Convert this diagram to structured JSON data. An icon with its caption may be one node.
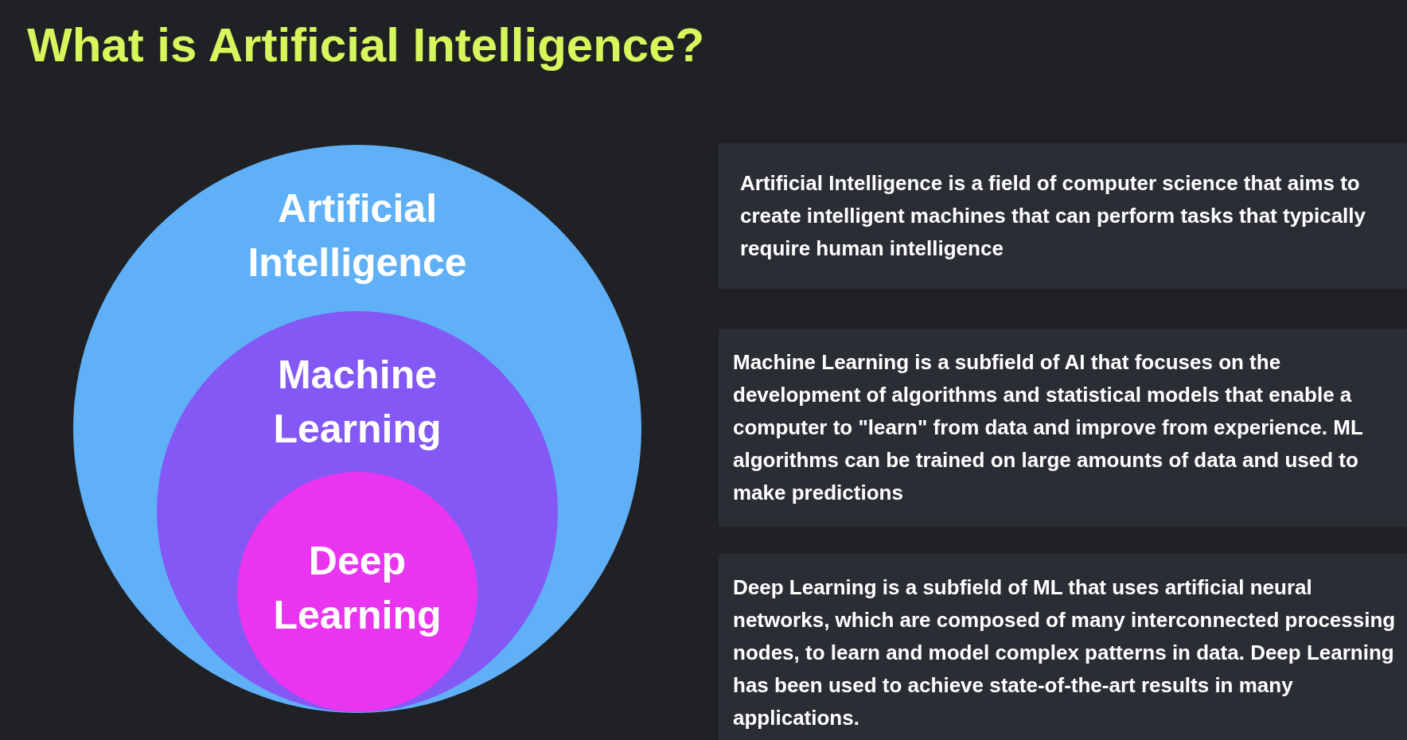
{
  "diagram": {
    "title": "What is Artificial Intelligence?",
    "nodes": [
      {
        "text": [
          "Artificial Intelligence"
        ]
      },
      {
        "text": [
          "Machine Learning"
        ],
        "in": 0
      },
      {
        "text": [
          "Deep Learning"
        ],
        "in": 1
      },
      {
        "text": [
          "Artificial Intelligence is a field of computer science that aims to create intelligent machines that can perform tasks that typically require human intelligence"
        ]
      },
      {
        "text": [
          "Machine Learning is a subfield of AI that focuses on the development of algorithms and statistical models that enable a computer to \"learn\" from data and improve from experience. ML algorithms can be trained on large amounts of data and used to make predictions"
        ]
      },
      {
        "text": [
          "Deep Learning is a subfield of ML that uses artificial neural networks, which are composed of many interconnected processing nodes, to learn and model complex patterns in data. Deep Learning has been used to achieve state-of-the-art results in many applications."
        ]
      }
    ],
    "edges": []
  }
}
